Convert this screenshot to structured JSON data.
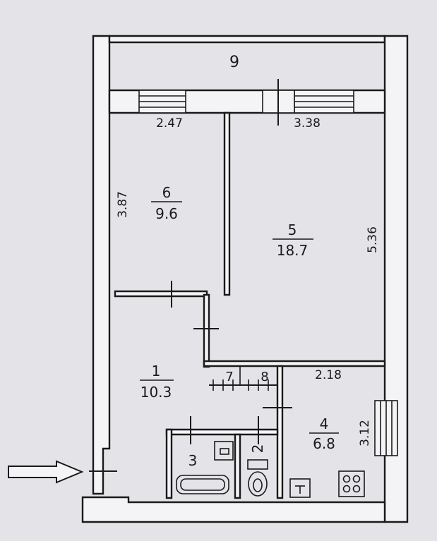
{
  "rooms": {
    "balcony": {
      "number": "9"
    },
    "bedroom": {
      "number": "6",
      "area": "9.6"
    },
    "living": {
      "number": "5",
      "area": "18.7"
    },
    "hall": {
      "number": "1",
      "area": "10.3"
    },
    "closet7": {
      "number": "7"
    },
    "closet8": {
      "number": "8"
    },
    "kitchen": {
      "number": "4",
      "area": "6.8"
    },
    "bath": {
      "number": "3"
    },
    "wc": {
      "number": "2"
    }
  },
  "dimensions": {
    "bedroom_width": "2.47",
    "living_width": "3.38",
    "bedroom_depth": "3.87",
    "living_depth": "5.36",
    "kitchen_width": "2.18",
    "kitchen_depth": "3.12"
  },
  "colors": {
    "ink": "#1a1a1a",
    "paper": "#f4f4f6",
    "background": "#e4e4e8"
  },
  "icons": {
    "entrance": "arrow-right-icon",
    "stove": "stove-icon",
    "toilet": "toilet-icon",
    "bathtub": "bathtub-icon",
    "table": "table-icon"
  }
}
